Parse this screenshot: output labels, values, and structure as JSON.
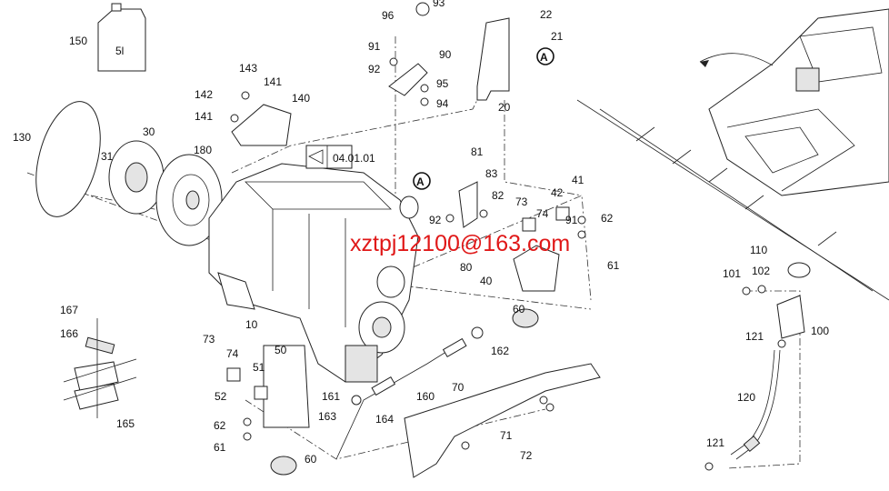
{
  "labels": [
    "93",
    "96",
    "22",
    "91",
    "90",
    "21",
    "92",
    "95",
    "94",
    "20",
    "150",
    "143",
    "141",
    "142",
    "140",
    "141",
    "30",
    "130",
    "180",
    "31",
    "81",
    "83",
    "82",
    "73",
    "42",
    "41",
    "74",
    "62",
    "92",
    "80",
    "91",
    "61",
    "40",
    "60",
    "110",
    "101",
    "102",
    "100",
    "121",
    "120",
    "121",
    "167",
    "166",
    "165",
    "73",
    "74",
    "50",
    "51",
    "52",
    "62",
    "61",
    "60",
    "10",
    "162",
    "161",
    "160",
    "163",
    "164",
    "70",
    "71",
    "72"
  ],
  "jug_label": "5l",
  "reference_box": "04.01.01",
  "detail_marker": "A",
  "watermark": "xztpj12100@163.com"
}
